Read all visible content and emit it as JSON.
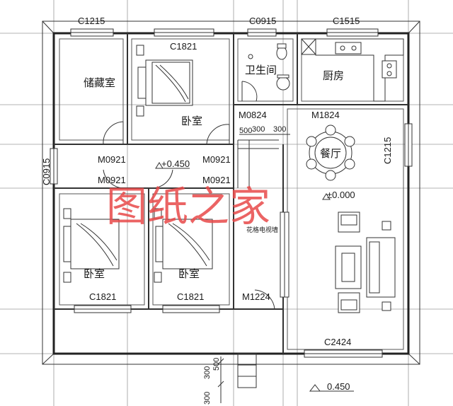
{
  "rooms": {
    "storage": "储藏室",
    "bedroom_top": "卧室",
    "bathroom": "卫生间",
    "kitchen": "厨房",
    "dining": "餐厅",
    "bedroom_left": "卧室",
    "bedroom_mid": "卧室"
  },
  "windows": {
    "c1215_top": "C1215",
    "c0915_top": "C0915",
    "c1515": "C1515",
    "c1821_top": "C1821",
    "c0915_left": "C0915",
    "c1215_right": "C1215",
    "c1821_left": "C1821",
    "c1821_mid": "C1821",
    "c2424": "C2424"
  },
  "doors": {
    "m0824": "M0824",
    "m1824": "M1824",
    "m0921_a": "M0921",
    "m0921_b": "M0921",
    "m0921_c": "M0921",
    "m0921_d": "M0921",
    "m1224": "M1224"
  },
  "levels": {
    "corridor": "+0.450",
    "living": "±0.000",
    "outdoor": "0.450"
  },
  "dimensions": {
    "d500": "500",
    "d300a": "300",
    "d300b": "300",
    "s300": "300",
    "s500": "500",
    "s300b": "300"
  },
  "notes": {
    "tv_wall": "花格电视墙"
  },
  "watermark": "图纸之家"
}
